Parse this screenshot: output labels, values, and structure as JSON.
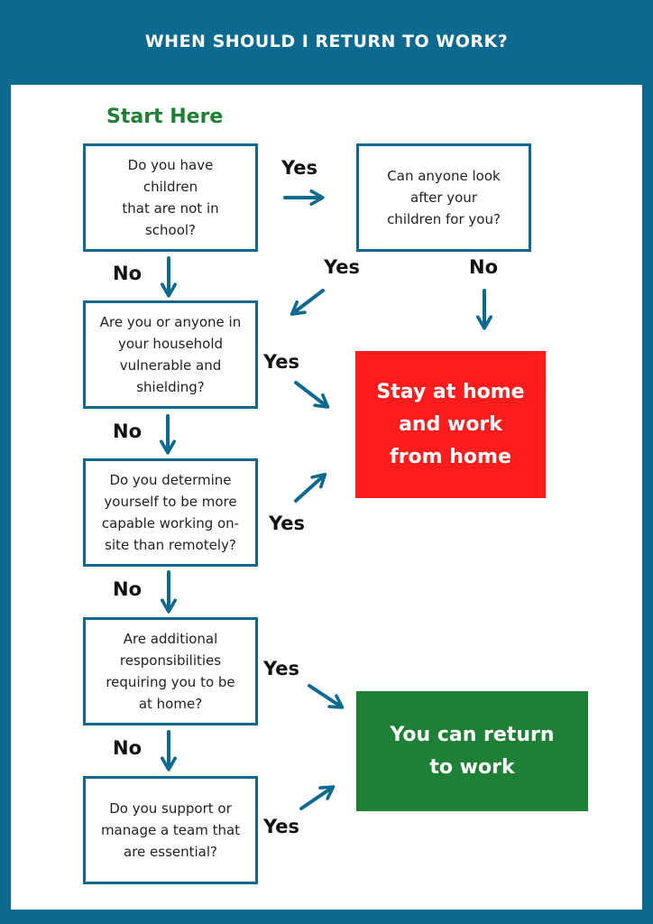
{
  "header": {
    "title": "WHEN SHOULD I RETURN TO WORK?"
  },
  "start_label": "Start Here",
  "questions": {
    "children": "Do you have\nchildren\nthat are not in\nschool?",
    "childcare": "Can anyone look\nafter your\nchildren for you?",
    "vulnerable": "Are you or anyone in\nyour household\nvulnerable and\nshielding?",
    "capable": "Do you determine\nyourself to be more\ncapable working on-\nsite than remotely?",
    "responsibilities": "Are additional\nresponsibilities\nrequiring you to be\nat home?",
    "team": "Do you support or\nmanage a team that\nare essential?"
  },
  "outcomes": {
    "stay_home": "Stay at home\nand work\nfrom home",
    "return": "You can return\nto work"
  },
  "labels": {
    "yes": "Yes",
    "no": "No"
  },
  "colors": {
    "accent": "#0c6a8e",
    "stay": "#ff1c1c",
    "return": "#1e8035",
    "start": "#1e8035"
  }
}
